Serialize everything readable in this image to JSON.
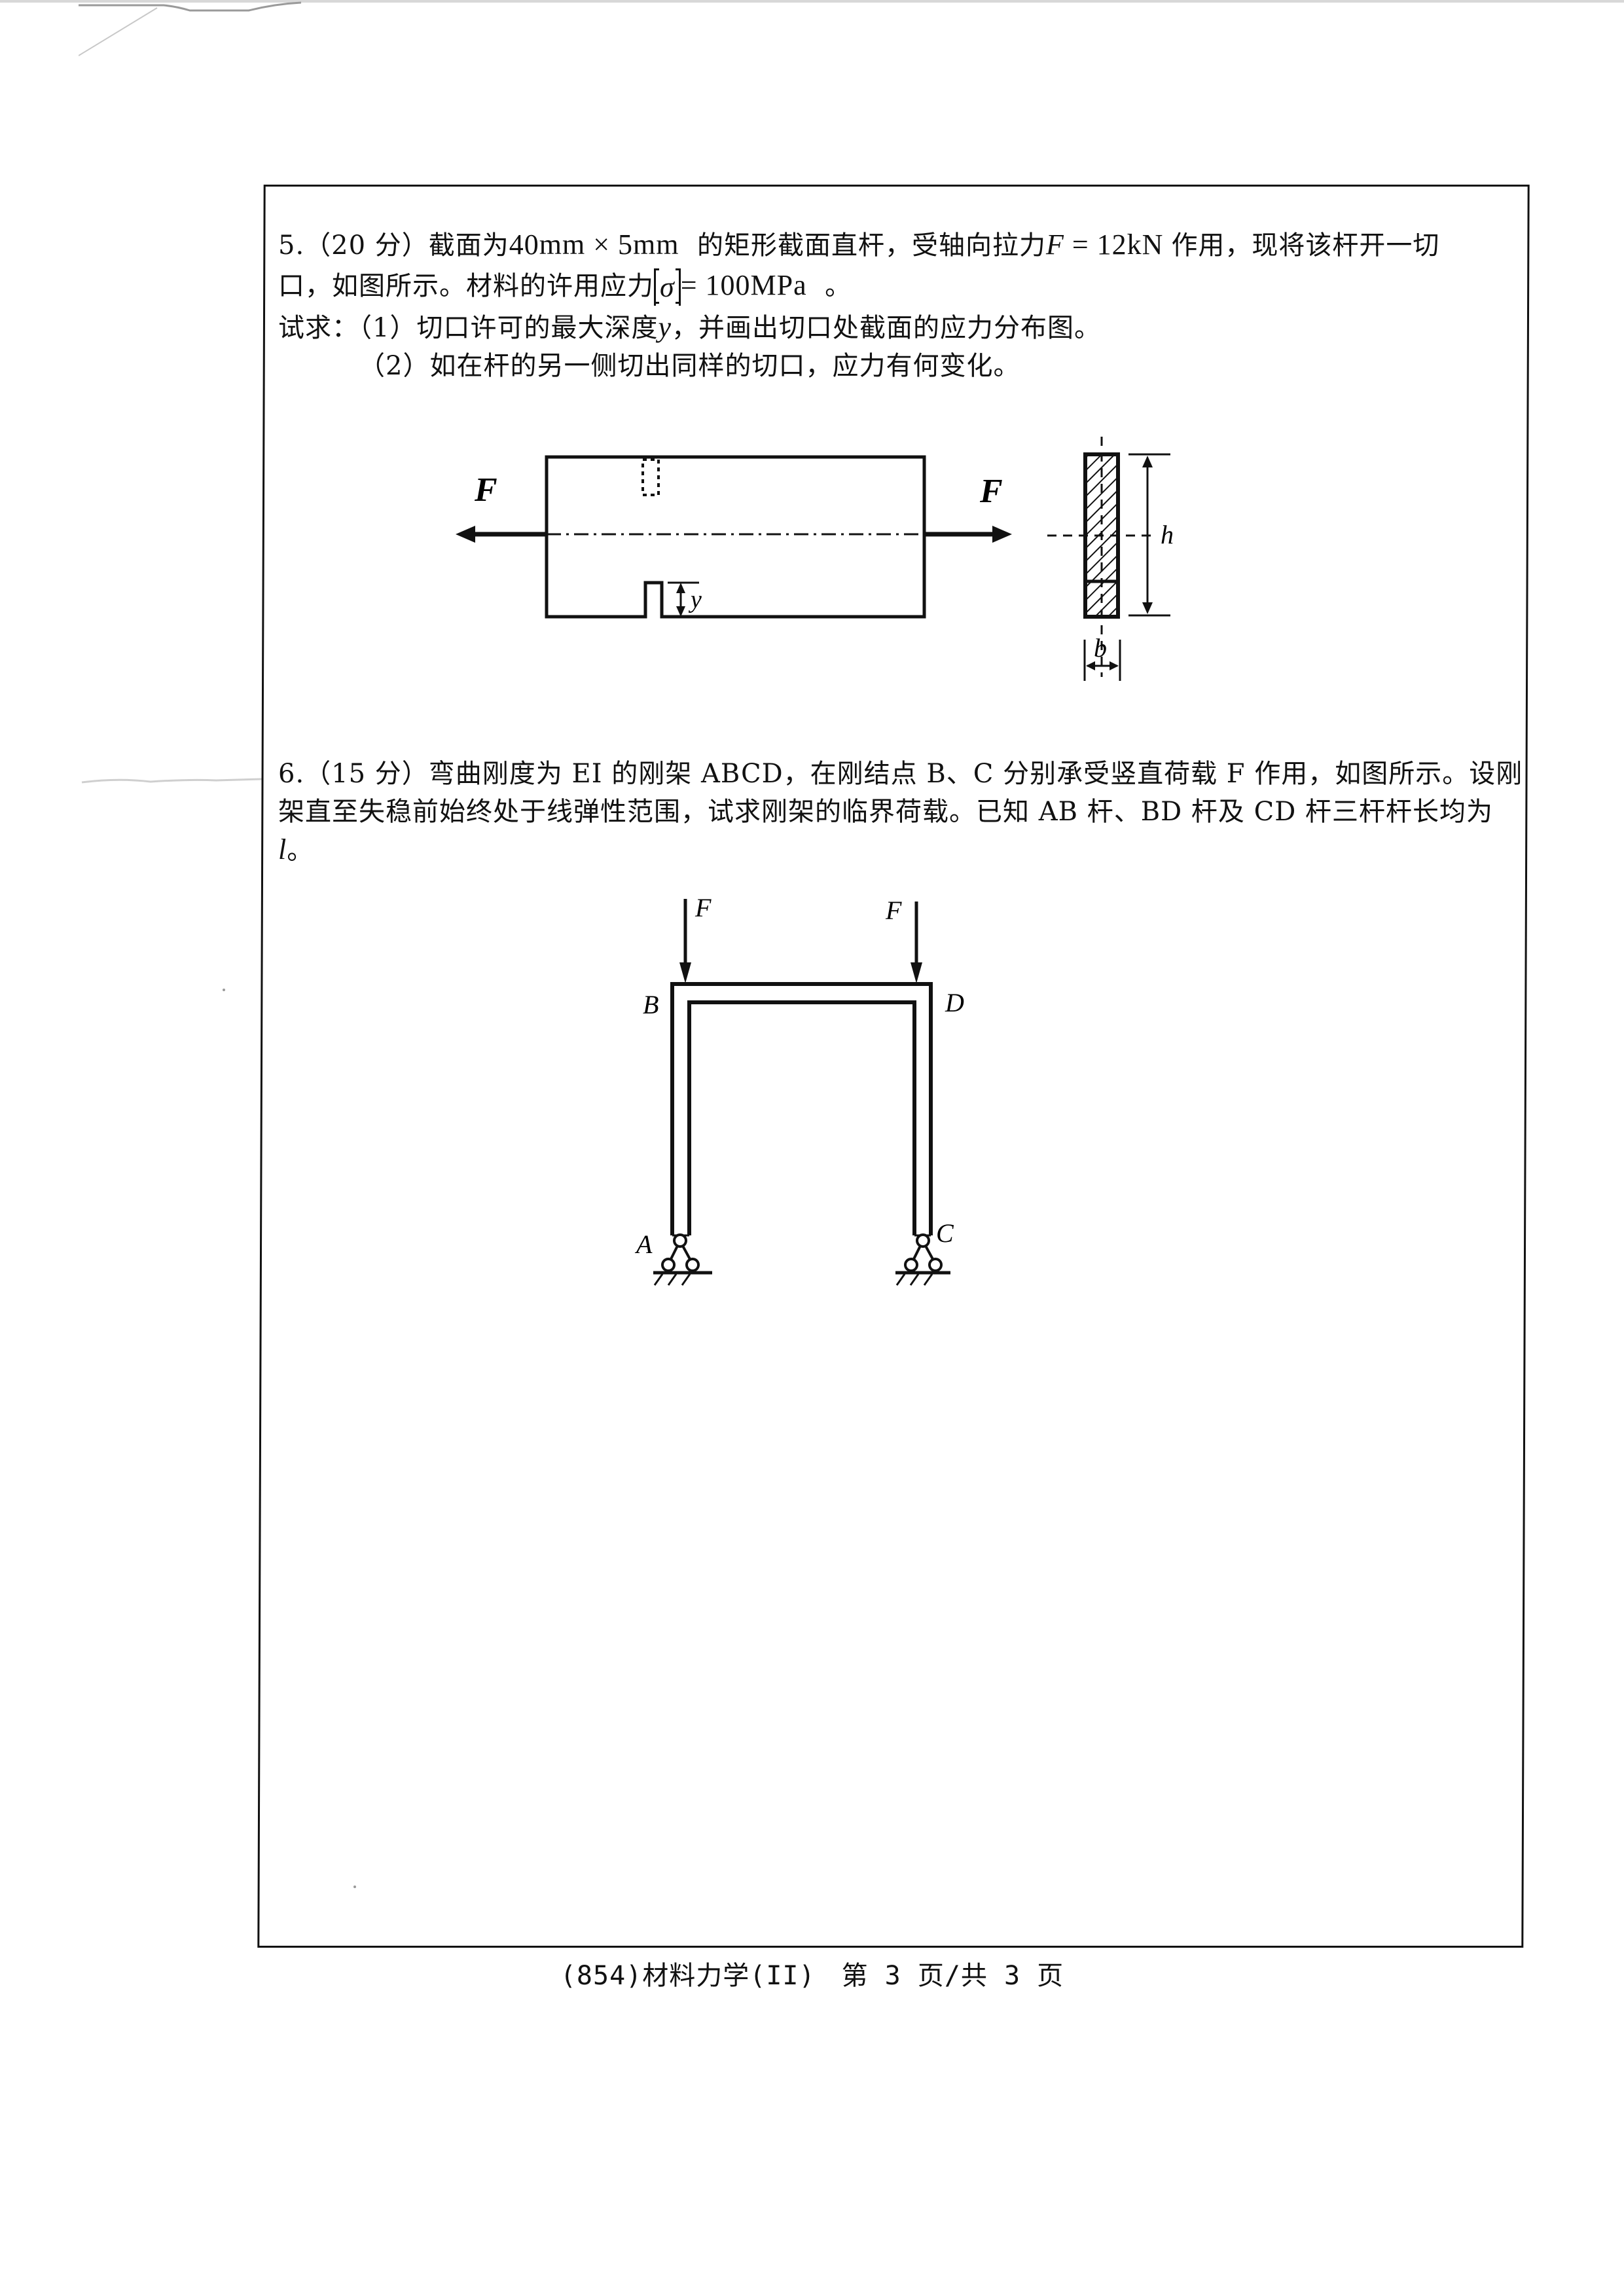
{
  "page": {
    "footer": {
      "course": "(854)材料力学(II)",
      "page_indicator": "第 3 页/共 3 页"
    }
  },
  "question5": {
    "number": "5.",
    "points": "（20 分）",
    "line1_a": "截面为",
    "line1_dim": "40mm × 5mm",
    "line1_b": "的矩形截面直杆，受轴向拉力",
    "line1_F": "F",
    "line1_eq": " = 12kN ",
    "line1_c": "作用，现将该杆开一切",
    "line2_a": "口，如图所示。材料的许用应力",
    "line2_sigma": "σ",
    "line2_eq": "= 100MPa",
    "line2_end": "。",
    "ask_prefix": "试求：",
    "ask1_a": "（1）切口许可的最大深度",
    "ask1_y": "y",
    "ask1_b": "，并画出切口处截面的应力分布图。",
    "ask2": "（2）如在杆的另一侧切出同样的切口，应力有何变化。",
    "figure": {
      "force_left": "F",
      "force_right": "F",
      "notch_depth_label": "y",
      "section_height_label": "h",
      "section_width_label": "b"
    }
  },
  "question6": {
    "number": "6.",
    "points": "（15 分）",
    "line1": "弯曲刚度为 EI 的刚架 ABCD，在刚结点 B、C 分别承受竖直荷载 F 作用，如图所示。设刚",
    "line2": "架直至失稳前始终处于线弹性范围，试求刚架的临界荷载。已知 AB 杆、BD 杆及 CD 杆三杆杆长均为",
    "line3_l": "l",
    "line3_end": "。",
    "figure": {
      "load_left": "F",
      "load_right": "F",
      "node_B": "B",
      "node_D": "D",
      "node_A": "A",
      "node_C": "C"
    }
  }
}
